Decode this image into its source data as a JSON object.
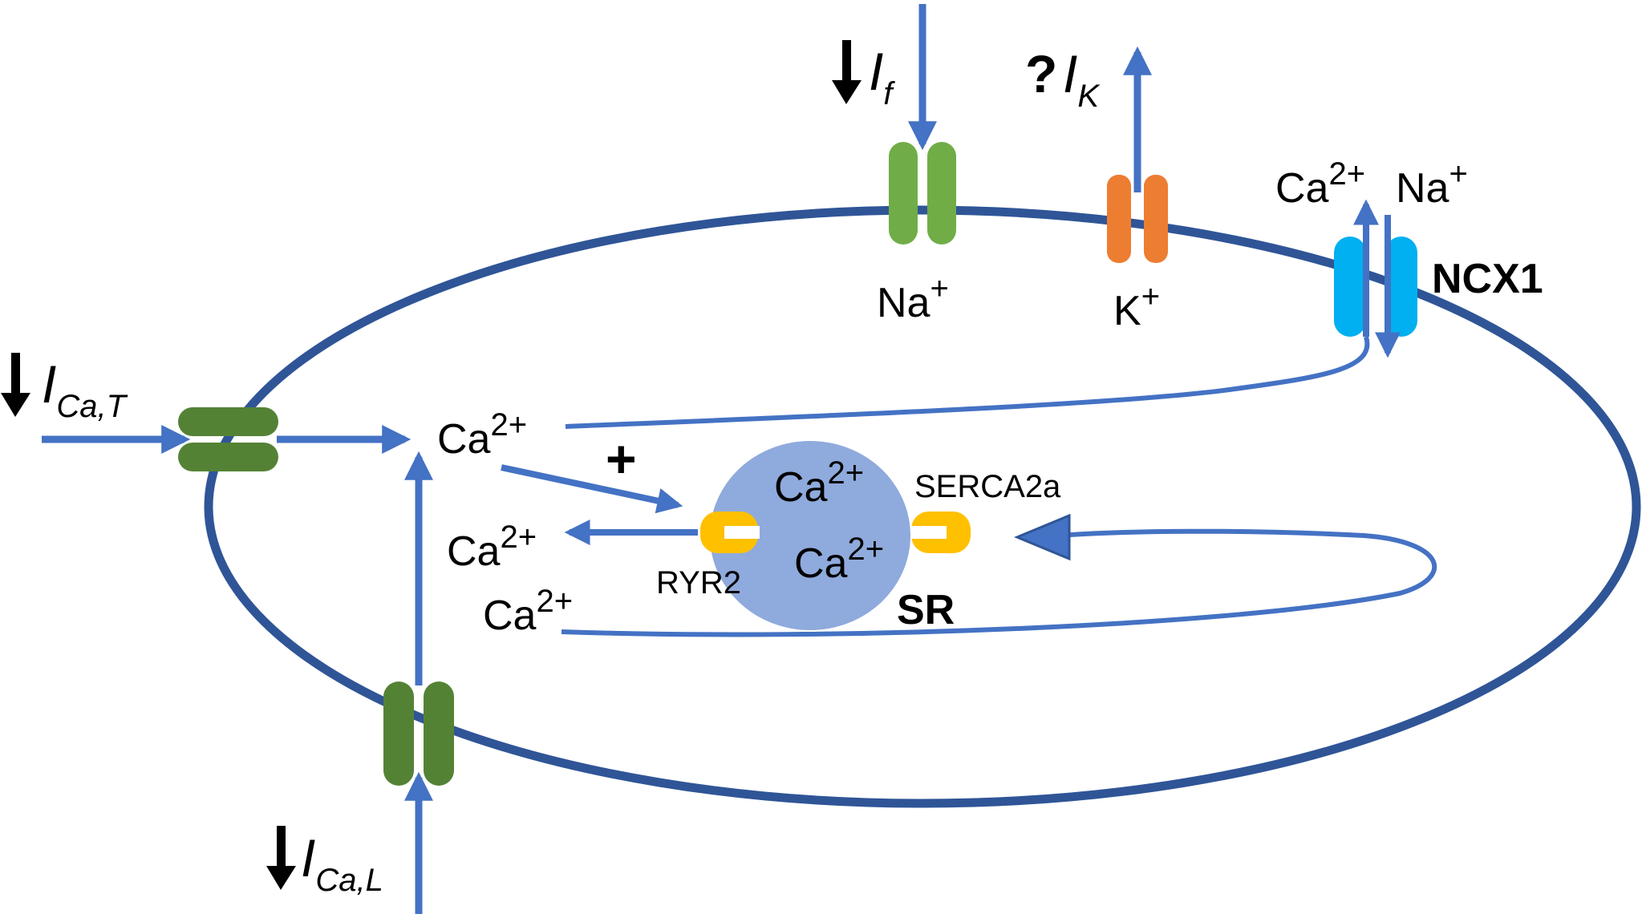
{
  "labels": {
    "if_current": {
      "main": "I",
      "sub": "f"
    },
    "ik_current": {
      "prefix": "?",
      "main": "I",
      "sub": "K"
    },
    "ica_t_current": {
      "main": "I",
      "sub": "Ca,T"
    },
    "ica_l_current": {
      "main": "I",
      "sub": "Ca,L"
    },
    "na_ion": {
      "main": "Na",
      "sup": "+"
    },
    "k_ion": {
      "main": "K",
      "sup": "+"
    },
    "ncx_ca": {
      "main": "Ca",
      "sup": "2+"
    },
    "ncx_na": {
      "main": "Na",
      "sup": "+"
    },
    "ncx1": "NCX1",
    "cyto_ca": {
      "main": "Ca",
      "sup": "2+"
    },
    "plus": "+",
    "release_ca": {
      "main": "Ca",
      "sup": "2+"
    },
    "lower_ca": {
      "main": "Ca",
      "sup": "2+"
    },
    "sr_ca_1": {
      "main": "Ca",
      "sup": "2+"
    },
    "sr_ca_2": {
      "main": "Ca",
      "sup": "2+"
    },
    "serca2a": "SERCA2a",
    "ryr2": "RYR2",
    "sr": "SR"
  },
  "colors": {
    "membrane": "#2f5597",
    "flow_arrow": "#4472c4",
    "sr_fill": "#8faadc",
    "if_channel": "#70ad47",
    "ca_channel": "#548235",
    "k_channel": "#ed7d31",
    "ncx_exchanger": "#00b0f0",
    "sr_pump": "#ffc000",
    "down_arrow": "#000000"
  }
}
